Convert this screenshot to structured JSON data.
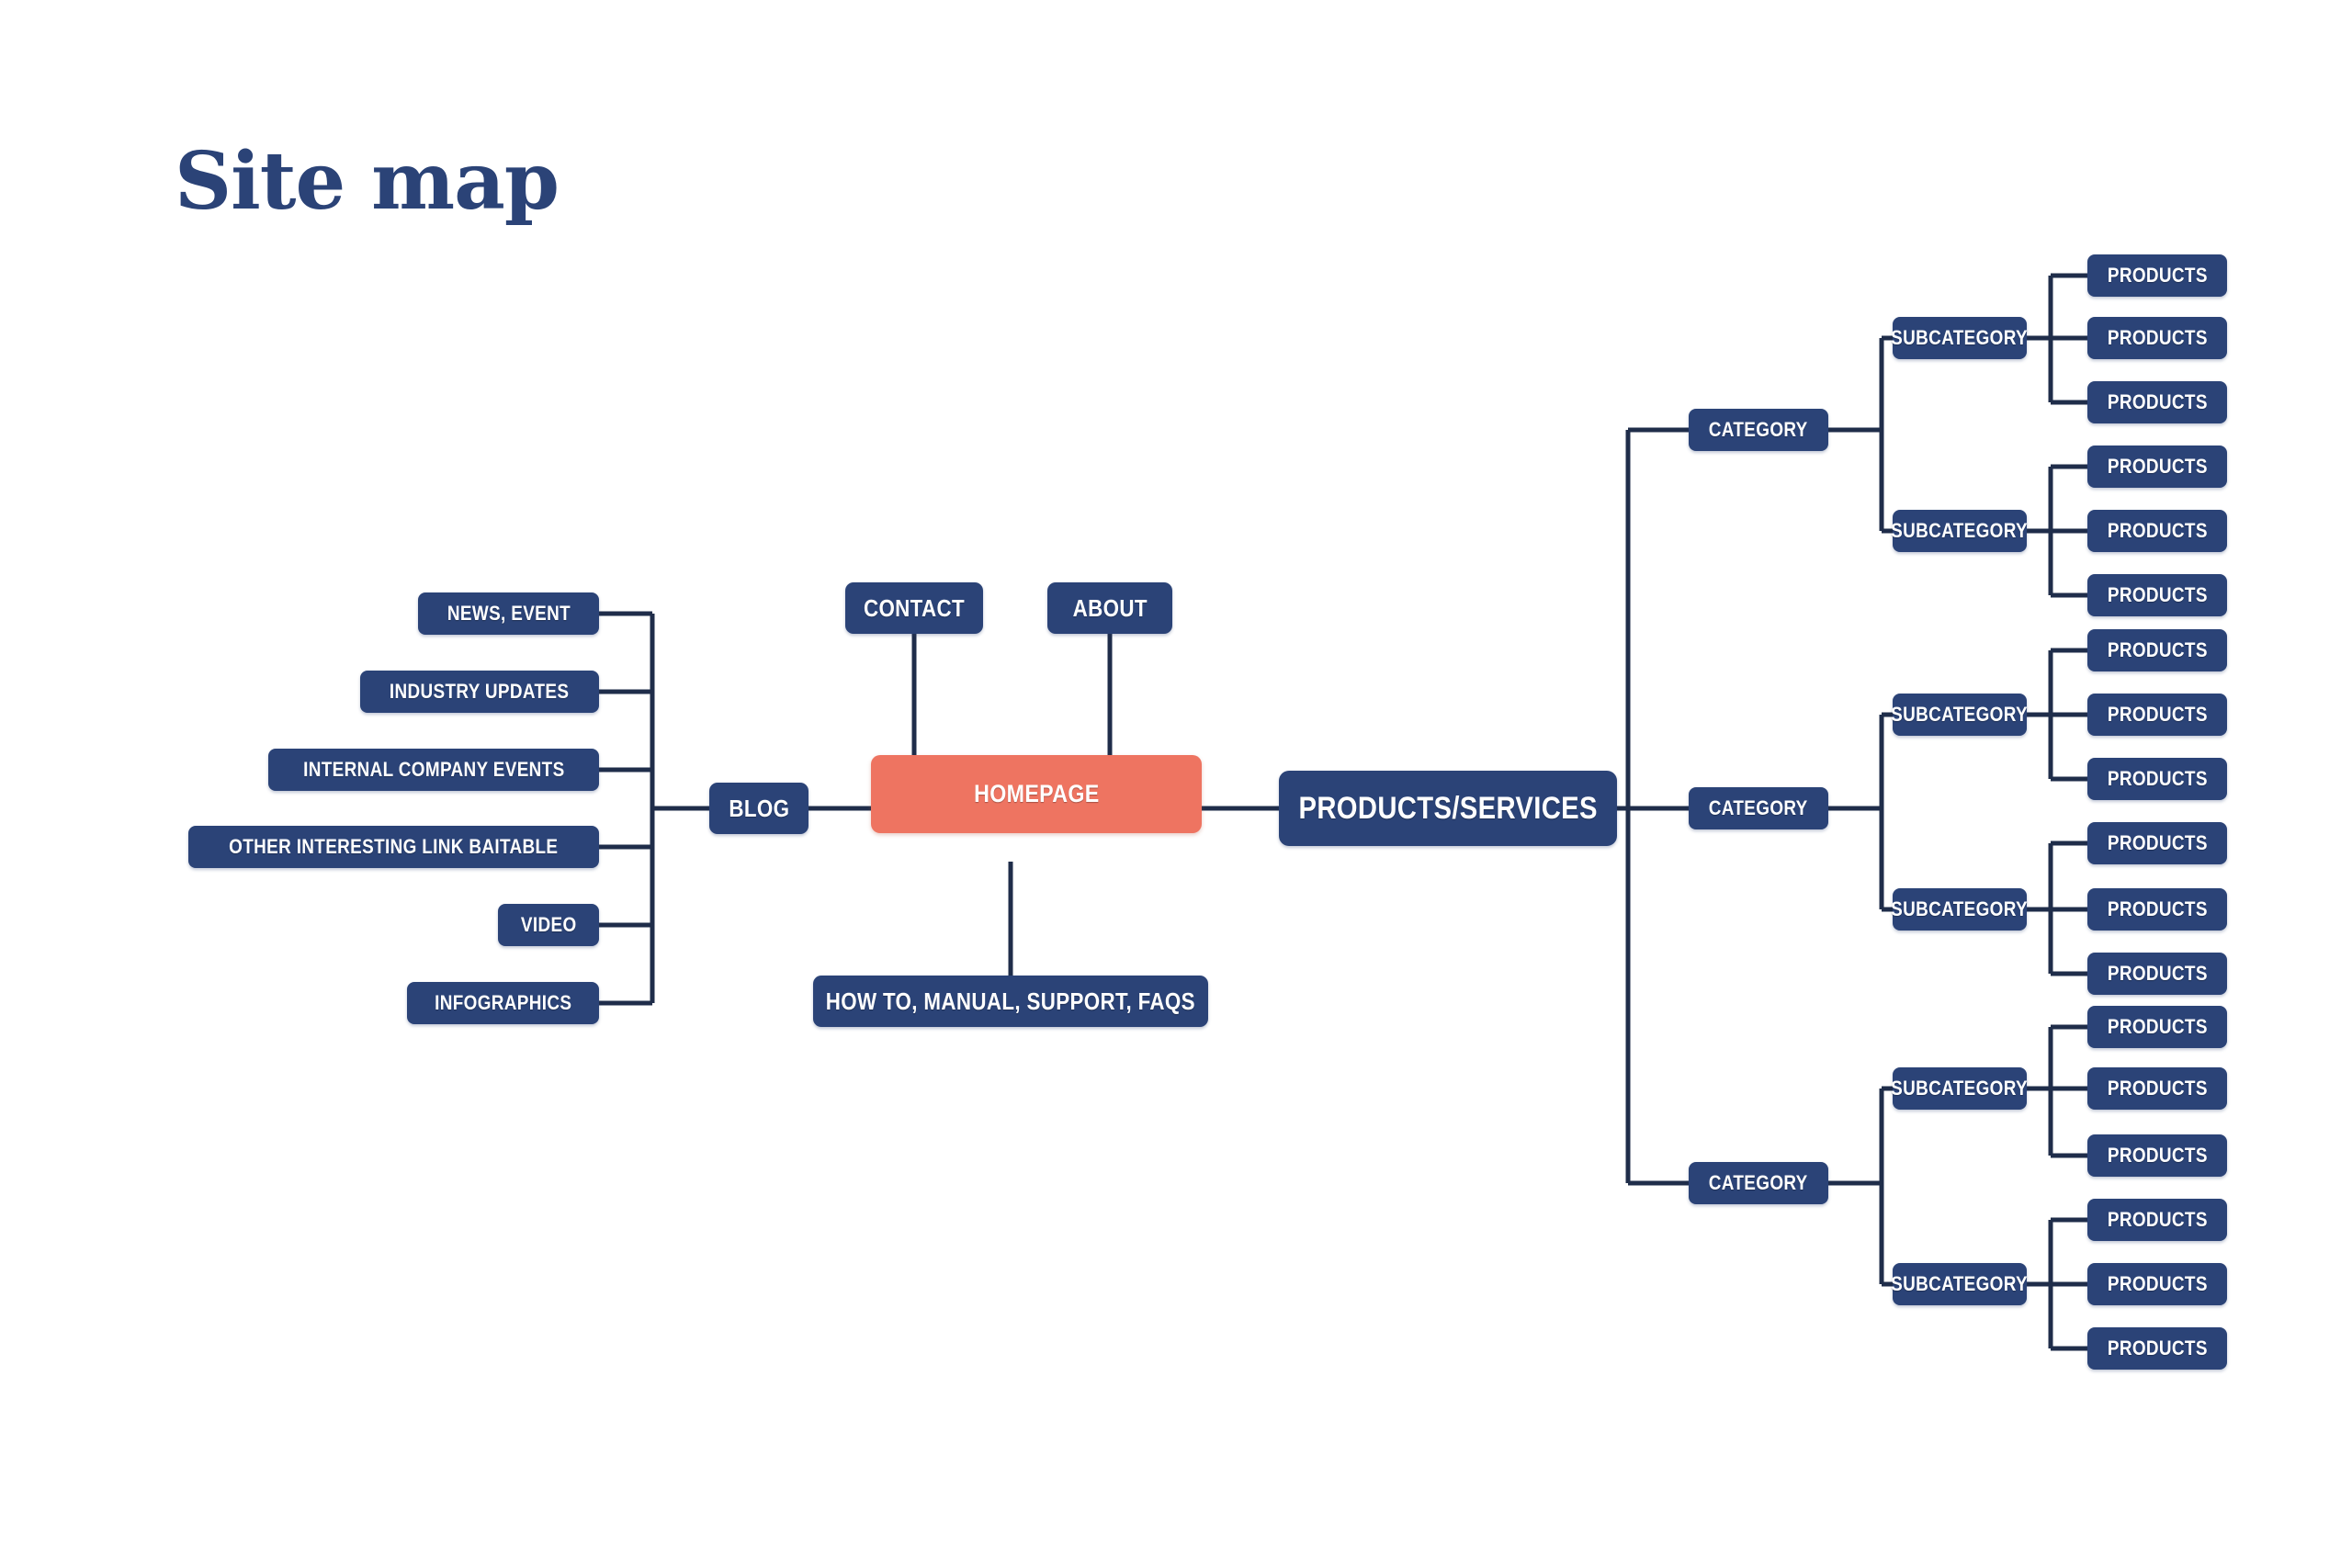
{
  "page": {
    "title": "Site map",
    "background": "#ffffff"
  },
  "colors": {
    "node_navy": "#2B4377",
    "root_salmon": "#EE7461",
    "connector": "#1F2D4A",
    "title_blue": "#2B4377",
    "node_text": "#ffffff"
  },
  "diagram": {
    "type": "sitemap-tree",
    "root": {
      "label": "HOMEPAGE"
    },
    "top_children": [
      {
        "label": "CONTACT"
      },
      {
        "label": "ABOUT"
      }
    ],
    "bottom_children": [
      {
        "label": "HOW TO, MANUAL, SUPPORT, FAQS"
      }
    ],
    "left_branch": {
      "label": "BLOG",
      "children": [
        {
          "label": "NEWS, EVENT"
        },
        {
          "label": "INDUSTRY UPDATES"
        },
        {
          "label": "INTERNAL COMPANY EVENTS"
        },
        {
          "label": "OTHER INTERESTING LINK BAITABLE"
        },
        {
          "label": "VIDEO"
        },
        {
          "label": "INFOGRAPHICS"
        }
      ]
    },
    "right_branch": {
      "label": "PRODUCTS/SERVICES",
      "categories": [
        {
          "label": "CATEGORY",
          "subcategories": [
            {
              "label": "SUBCATEGORY",
              "products": [
                {
                  "label": "PRODUCTS"
                },
                {
                  "label": "PRODUCTS"
                },
                {
                  "label": "PRODUCTS"
                }
              ]
            },
            {
              "label": "SUBCATEGORY",
              "products": [
                {
                  "label": "PRODUCTS"
                },
                {
                  "label": "PRODUCTS"
                },
                {
                  "label": "PRODUCTS"
                }
              ]
            }
          ]
        },
        {
          "label": "CATEGORY",
          "subcategories": [
            {
              "label": "SUBCATEGORY",
              "products": [
                {
                  "label": "PRODUCTS"
                },
                {
                  "label": "PRODUCTS"
                },
                {
                  "label": "PRODUCTS"
                }
              ]
            },
            {
              "label": "SUBCATEGORY",
              "products": [
                {
                  "label": "PRODUCTS"
                },
                {
                  "label": "PRODUCTS"
                },
                {
                  "label": "PRODUCTS"
                }
              ]
            }
          ]
        },
        {
          "label": "CATEGORY",
          "subcategories": [
            {
              "label": "SUBCATEGORY",
              "products": [
                {
                  "label": "PRODUCTS"
                },
                {
                  "label": "PRODUCTS"
                },
                {
                  "label": "PRODUCTS"
                }
              ]
            },
            {
              "label": "SUBCATEGORY",
              "products": [
                {
                  "label": "PRODUCTS"
                },
                {
                  "label": "PRODUCTS"
                },
                {
                  "label": "PRODUCTS"
                }
              ]
            }
          ]
        }
      ]
    }
  }
}
